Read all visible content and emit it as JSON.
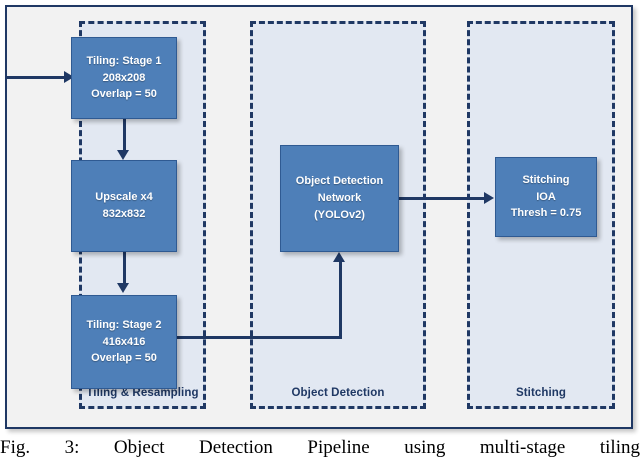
{
  "figure": {
    "caption": "Fig. 3: Object Detection Pipeline using multi-stage tiling",
    "colors": {
      "box_fill": "#4E7FB8",
      "box_border": "#2F5A92",
      "panel_fill": "#E2E8F2",
      "panel_border": "#1F3864",
      "frame_fill": "#F2F2F2",
      "frame_border": "#1F3864",
      "connector": "#1F3864",
      "box_text": "#FFFFFF",
      "panel_label_text": "#1F3864"
    }
  },
  "panels": [
    {
      "id": "tiling-resampling",
      "label": "Tiling & Resampling"
    },
    {
      "id": "object-detection",
      "label": "Object Detection"
    },
    {
      "id": "stitching",
      "label": "Stitching"
    }
  ],
  "boxes": {
    "tiling_stage1": {
      "name": "tiling-stage-1",
      "lines": [
        "Tiling: Stage 1",
        "208x208",
        "Overlap = 50"
      ]
    },
    "upscale": {
      "name": "upscale",
      "lines": [
        "Upscale x4",
        "832x832"
      ]
    },
    "tiling_stage2": {
      "name": "tiling-stage-2",
      "lines": [
        "Tiling: Stage 2",
        "416x416",
        "Overlap = 50"
      ]
    },
    "detection_network": {
      "name": "object-detection-network",
      "lines": [
        "Object Detection",
        "Network",
        "(YOLOv2)"
      ]
    },
    "stitching": {
      "name": "stitching",
      "lines": [
        "Stitching",
        "IOA",
        "Thresh = 0.75"
      ]
    }
  },
  "connectors": [
    {
      "id": "input-to-tiling1",
      "from": "input",
      "to": "tiling_stage1"
    },
    {
      "id": "tiling1-to-upscale",
      "from": "tiling_stage1",
      "to": "upscale"
    },
    {
      "id": "upscale-to-tiling2",
      "from": "upscale",
      "to": "tiling_stage2"
    },
    {
      "id": "tiling2-to-detection",
      "from": "tiling_stage2",
      "to": "detection_network"
    },
    {
      "id": "detection-to-stitching",
      "from": "detection_network",
      "to": "stitching"
    }
  ]
}
